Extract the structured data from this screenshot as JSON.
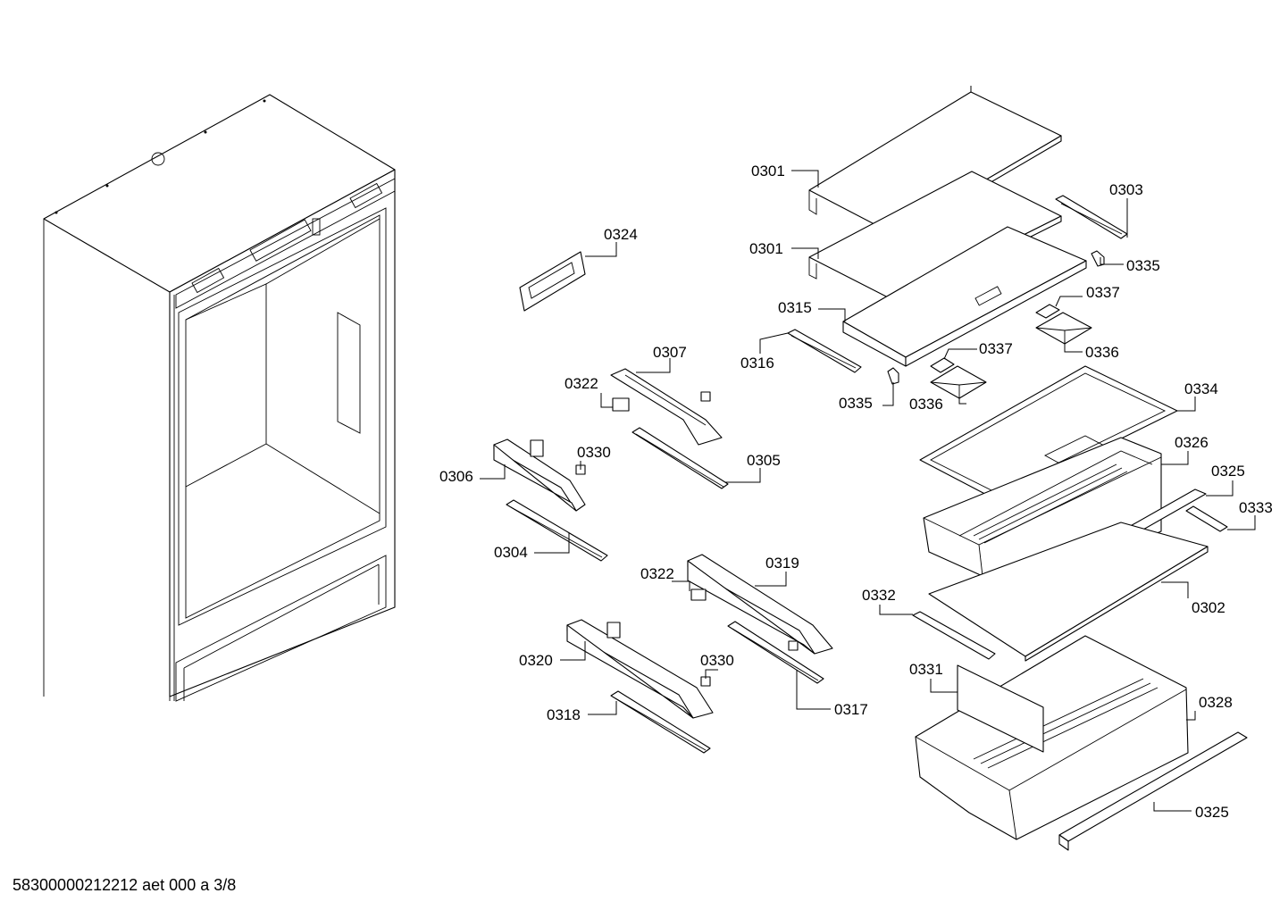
{
  "footer": {
    "document_code": "58300000212212 aet 000 a 3/8"
  },
  "callouts": {
    "c0301a": "0301",
    "c0301b": "0301",
    "c0303": "0303",
    "c0335a": "0335",
    "c0335b": "0335",
    "c0315": "0315",
    "c0337a": "0337",
    "c0337b": "0337",
    "c0316": "0316",
    "c0336a": "0336",
    "c0336b": "0336",
    "c0334": "0334",
    "c0324": "0324",
    "c0307": "0307",
    "c0322a": "0322",
    "c0322b": "0322",
    "c0330a": "0330",
    "c0330b": "0330",
    "c0306": "0306",
    "c0305": "0305",
    "c0304": "0304",
    "c0319": "0319",
    "c0320": "0320",
    "c0317": "0317",
    "c0318": "0318",
    "c0326": "0326",
    "c0325a": "0325",
    "c0325b": "0325",
    "c0333": "0333",
    "c0302": "0302",
    "c0332": "0332",
    "c0331": "0331",
    "c0328": "0328"
  }
}
